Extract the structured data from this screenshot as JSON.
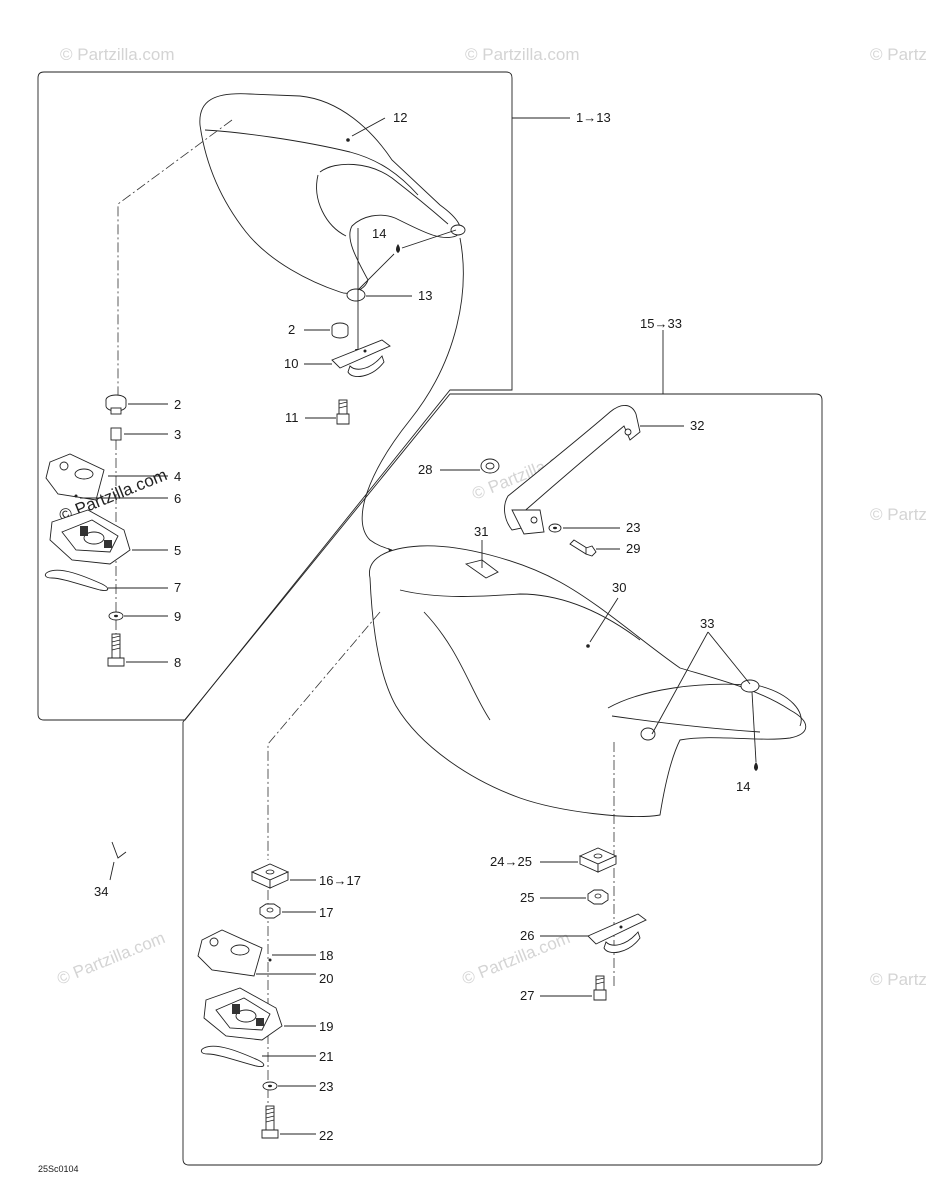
{
  "watermark": "© Partzilla.com",
  "diagram_code": "25Sc0104",
  "groups": {
    "rider_seat": "1→13",
    "passenger_seat": "15→33"
  },
  "callouts": {
    "c12": "12",
    "c14a": "14",
    "c13": "13",
    "c2a": "2",
    "c10": "10",
    "c11": "11",
    "c2b": "2",
    "c3": "3",
    "c4": "4",
    "c6": "6",
    "c5": "5",
    "c7": "7",
    "c9": "9",
    "c8": "8",
    "c32": "32",
    "c28": "28",
    "c23a": "23",
    "c29": "29",
    "c31": "31",
    "c30": "30",
    "c33": "33",
    "c14b": "14",
    "c34": "34",
    "c16_17": "16→17",
    "c17": "17",
    "c18": "18",
    "c20": "20",
    "c19": "19",
    "c21": "21",
    "c23b": "23",
    "c22": "22",
    "c24_25": "24→25",
    "c25": "25",
    "c26": "26",
    "c27": "27"
  }
}
